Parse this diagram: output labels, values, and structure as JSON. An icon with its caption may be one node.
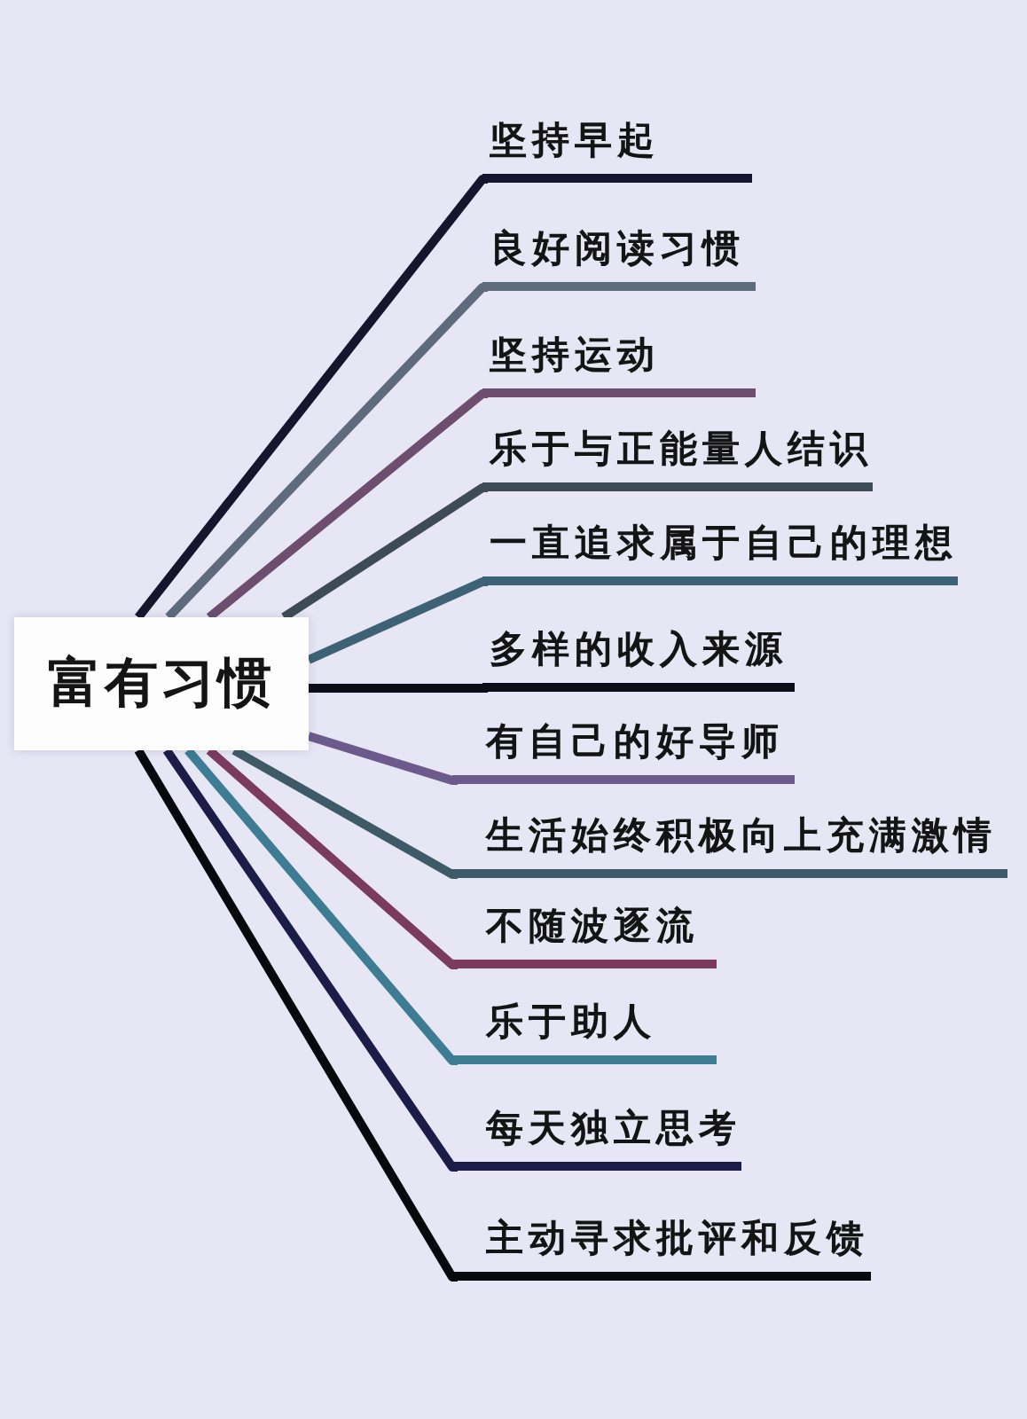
{
  "diagram": {
    "nodes": [
      {
        "text": [
          "富有习惯"
        ]
      },
      {
        "text": [
          "坚持早起"
        ]
      },
      {
        "text": [
          "良好阅读习惯"
        ]
      },
      {
        "text": [
          "坚持运动"
        ]
      },
      {
        "text": [
          "乐于与正能量人结识"
        ]
      },
      {
        "text": [
          "一直追求属于自己的理想"
        ]
      },
      {
        "text": [
          "多样的收入来源"
        ]
      },
      {
        "text": [
          "有自己的好导师"
        ]
      },
      {
        "text": [
          "生活始终积极向上充满激情"
        ]
      },
      {
        "text": [
          "不随波逐流"
        ]
      },
      {
        "text": [
          "乐于助人"
        ]
      },
      {
        "text": [
          "每天独立思考"
        ]
      },
      {
        "text": [
          "主动寻求批评和反馈"
        ]
      }
    ],
    "edges": [
      {
        "from": 0,
        "to": 1,
        "arrow": "none",
        "color": "#15152e"
      },
      {
        "from": 0,
        "to": 2,
        "arrow": "none",
        "color": "#5d6b7c"
      },
      {
        "from": 0,
        "to": 3,
        "arrow": "none",
        "color": "#6e4e6e"
      },
      {
        "from": 0,
        "to": 4,
        "arrow": "none",
        "color": "#3d4b56"
      },
      {
        "from": 0,
        "to": 5,
        "arrow": "none",
        "color": "#3e6275"
      },
      {
        "from": 0,
        "to": 6,
        "arrow": "none",
        "color": "#0d0d18"
      },
      {
        "from": 0,
        "to": 7,
        "arrow": "none",
        "color": "#6c5a8c"
      },
      {
        "from": 0,
        "to": 8,
        "arrow": "none",
        "color": "#3d5a66"
      },
      {
        "from": 0,
        "to": 9,
        "arrow": "none",
        "color": "#7a3b5e"
      },
      {
        "from": 0,
        "to": 10,
        "arrow": "none",
        "color": "#3d7c92"
      },
      {
        "from": 0,
        "to": 11,
        "arrow": "none",
        "color": "#1c1c48"
      },
      {
        "from": 0,
        "to": 12,
        "arrow": "none",
        "color": "#08080f"
      }
    ]
  }
}
